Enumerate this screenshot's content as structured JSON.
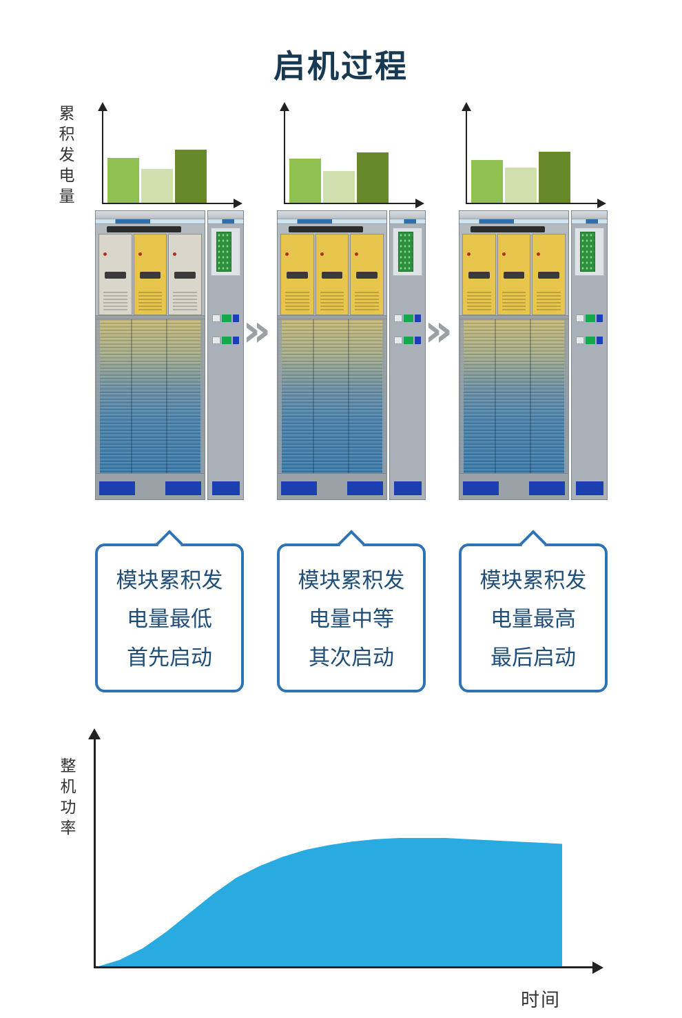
{
  "title": "启机过程",
  "top_chart_axis_label": "累积发电量",
  "bottom_chart_axis_label": "整机功率",
  "bottom_chart_x_label": "时间",
  "chevron_glyph": "»",
  "colors": {
    "title_text": "#173a52",
    "bubble_border": "#2e74b5",
    "bubble_text": "#1f4e79",
    "axis": "#222222",
    "chevron": "#9aa0a5",
    "area_fill": "#29abe2",
    "bar_light_green": "#90c050",
    "bar_pale_green": "#cfe0ae",
    "bar_dark_green": "#67892b",
    "cabinet_base_blue": "#1b3fae",
    "pcb_green": "#2f8f3f"
  },
  "groups": [
    {
      "bubble_lines": [
        "模块累积发",
        "电量最低",
        "首先启动"
      ],
      "module_colors": [
        "#d9d6cb",
        "#e8c64e",
        "#d9d6cb"
      ]
    },
    {
      "bubble_lines": [
        "模块累积发",
        "电量中等",
        "其次启动"
      ],
      "module_colors": [
        "#e8c64e",
        "#e8c64e",
        "#e8c64e"
      ]
    },
    {
      "bubble_lines": [
        "模块累积发",
        "电量最高",
        "最后启动"
      ],
      "module_colors": [
        "#e8c64e",
        "#e8c64e",
        "#e8c64e"
      ]
    }
  ],
  "chart_data": [
    {
      "type": "bar",
      "title": "累积发电量 - 阶段1",
      "categories": [
        "",
        "",
        ""
      ],
      "values": [
        45,
        34,
        53
      ],
      "ylim": [
        0,
        100
      ],
      "xlabel": "",
      "ylabel": "累积发电量",
      "grid": false,
      "legend": "none"
    },
    {
      "type": "bar",
      "title": "累积发电量 - 阶段2",
      "categories": [
        "",
        "",
        ""
      ],
      "values": [
        44,
        32,
        50
      ],
      "ylim": [
        0,
        100
      ],
      "xlabel": "",
      "ylabel": "累积发电量",
      "grid": false,
      "legend": "none"
    },
    {
      "type": "bar",
      "title": "累积发电量 - 阶段3",
      "categories": [
        "",
        "",
        ""
      ],
      "values": [
        43,
        35,
        51
      ],
      "ylim": [
        0,
        100
      ],
      "xlabel": "",
      "ylabel": "累积发电量",
      "grid": false,
      "legend": "none"
    },
    {
      "type": "area",
      "title": "整机功率随时间上升并趋于平稳",
      "xlabel": "时间",
      "ylabel": "整机功率",
      "xlim": [
        0,
        100
      ],
      "ylim": [
        0,
        100
      ],
      "grid": false,
      "legend": "none",
      "points": [
        [
          0,
          0
        ],
        [
          5,
          3
        ],
        [
          10,
          8
        ],
        [
          15,
          15
        ],
        [
          20,
          23
        ],
        [
          25,
          31
        ],
        [
          30,
          38
        ],
        [
          35,
          43
        ],
        [
          40,
          47
        ],
        [
          45,
          50
        ],
        [
          50,
          52
        ],
        [
          55,
          53.5
        ],
        [
          60,
          54.5
        ],
        [
          65,
          55
        ],
        [
          70,
          55
        ],
        [
          75,
          55
        ],
        [
          80,
          54.5
        ],
        [
          85,
          54
        ],
        [
          90,
          53.5
        ],
        [
          95,
          53
        ],
        [
          100,
          52.5
        ]
      ]
    }
  ]
}
